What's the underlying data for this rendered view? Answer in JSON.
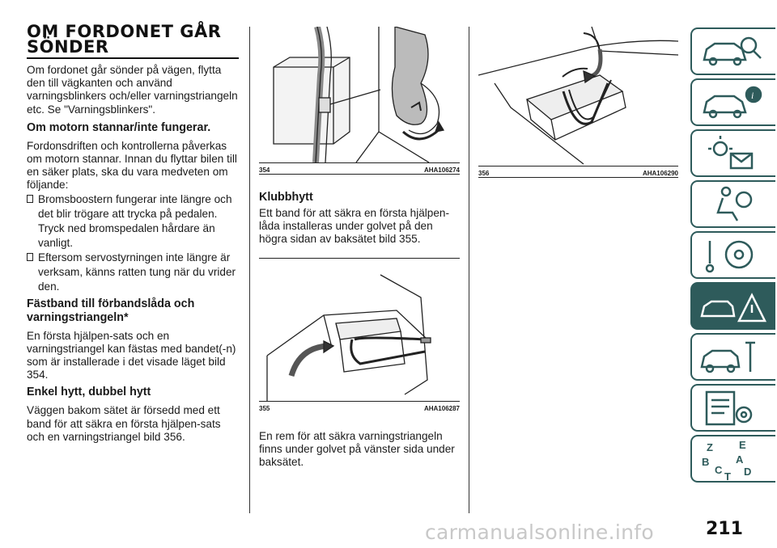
{
  "col1": {
    "title": "OM FORDONET GÅR SÖNDER",
    "intro": "Om fordonet går sönder på vägen, flytta den till vägkanten och använd varningsblinkers och/eller varningstriangeln etc. Se \"Varningsblinkers\".",
    "h_motor": "Om motorn stannar/inte fungerar.",
    "p_motor": "Fordonsdriften och kontrollerna påverkas om motorn stannar. Innan du flyttar bilen till en säker plats, ska du vara medveten om följande:",
    "bullet1": "Bromsboostern fungerar inte längre och det blir trögare att trycka på pedalen. Tryck ned bromspedalen hårdare än vanligt.",
    "bullet2": "Eftersom servostyrningen inte längre är verksam, känns ratten tung när du vrider den.",
    "h_fastband": "Fästband till förbandslåda och varningstriangeln*",
    "p_fastband": "En första hjälpen-sats och en varningstriangel kan fästas med bandet(-n) som är installerade i det visade läget bild 354.",
    "h_enkel": "Enkel hytt, dubbel hytt",
    "p_enkel": "Väggen bakom sätet är försedd med ett band för att säkra en första hjälpen-sats och en varningstriangel bild 356."
  },
  "col2": {
    "fig354_num": "354",
    "fig354_code": "AHA106274",
    "h_klubb": "Klubbhytt",
    "p_klubb": "Ett band för att säkra en första hjälpen-låda installeras under golvet på den högra sidan av baksätet bild 355.",
    "fig355_num": "355",
    "fig355_code": "AHA106287",
    "p_rem": "En rem för att säkra varningstriangeln finns under golvet på vänster sida under baksätet."
  },
  "col3": {
    "fig356_num": "356",
    "fig356_code": "AHA106290"
  },
  "tabs": [
    {
      "icon": "car-search-icon",
      "active": false
    },
    {
      "icon": "car-info-icon",
      "active": false
    },
    {
      "icon": "warning-lights-icon",
      "active": false
    },
    {
      "icon": "airbag-seat-icon",
      "active": false
    },
    {
      "icon": "steering-key-icon",
      "active": false
    },
    {
      "icon": "breakdown-triangle-icon",
      "active": true
    },
    {
      "icon": "car-wrench-icon",
      "active": false
    },
    {
      "icon": "specs-gear-icon",
      "active": false
    },
    {
      "icon": "alphabet-index-icon",
      "active": false
    }
  ],
  "page_number": "211",
  "watermark": "carmanualsonline.info",
  "colors": {
    "tab_accent": "#2e5b5b",
    "text": "#1a1a1a"
  }
}
